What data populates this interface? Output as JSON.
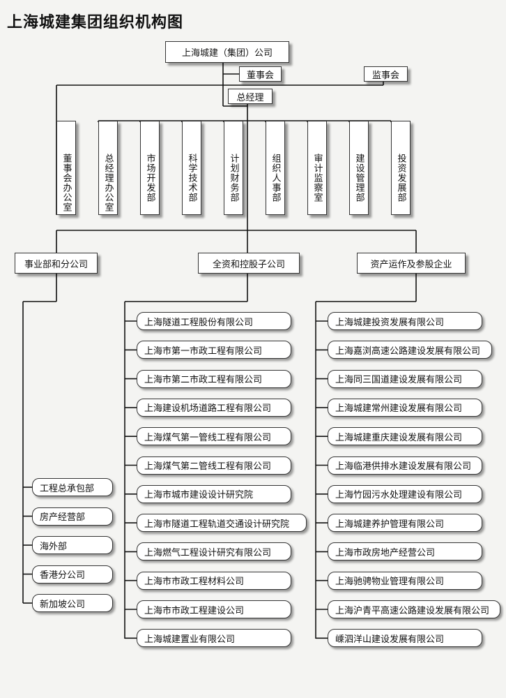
{
  "title": "上海城建集团组织机构图",
  "top": {
    "company": "上海城建（集团）公司",
    "board": "董事会",
    "supervisors": "监事会",
    "gm": "总经理"
  },
  "departments": [
    "董事会办公室",
    "总经理办公室",
    "市场开发部",
    "科学技术部",
    "计划财务部",
    "组织人事部",
    "审计监察室",
    "建设管理部",
    "投资发展部"
  ],
  "groups": {
    "business": {
      "label": "事业部和分公司",
      "items": [
        "工程总承包部",
        "房产经营部",
        "海外部",
        "香港分公司",
        "新加坡公司"
      ]
    },
    "holding": {
      "label": "全资和控股子公司",
      "items": [
        "上海隧道工程股份有限公司",
        "上海市第一市政工程有限公司",
        "上海市第二市政工程有限公司",
        "上海建设机场道路工程有限公司",
        "上海煤气第一管线工程有限公司",
        "上海煤气第二管线工程有限公司",
        "上海市城市建设设计研究院",
        "上海市隧道工程轨道交通设计研究院",
        "上海燃气工程设计研究有限公司",
        "上海市市政工程材料公司",
        "上海市市政工程建设公司",
        "上海城建置业有限公司"
      ]
    },
    "assets": {
      "label": "资产运作及参股企业",
      "items": [
        "上海城建投资发展有限公司",
        "上海嘉浏高速公路建设发展有限公司",
        "上海同三国道建设发展有限公司",
        "上海城建常州建设发展有限公司",
        "上海城建重庆建设发展有限公司",
        "上海临港供排水建设发展有限公司",
        "上海竹园污水处理建设有限公司",
        "上海城建养护管理有限公司",
        "上海市政房地产经营公司",
        "上海驰骋物业管理有限公司",
        "上海沪青平高速公路建设发展有限公司",
        "嵊泗洋山建设发展有限公司"
      ]
    }
  }
}
